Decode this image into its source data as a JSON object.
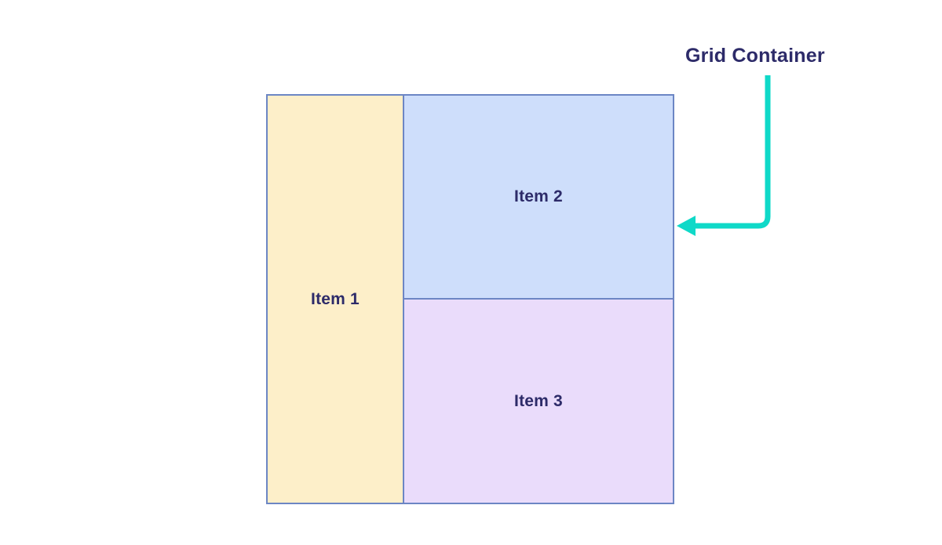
{
  "diagram": {
    "title": "CSS Grid layout illustration",
    "background_color": "#ffffff",
    "grid": {
      "name": "grid-container",
      "border_color": "#6c86c4",
      "columns": 2,
      "rows": 2,
      "items": [
        {
          "label": "Item 1",
          "fill_color": "#fdefc9",
          "text_color": "#2d2b69",
          "column_span": "1 / 2",
          "row_span": "1 / 3"
        },
        {
          "label": "Item 2",
          "fill_color": "#cedefb",
          "text_color": "#2d2b69",
          "column_span": "2 / 3",
          "row_span": "1 / 2"
        },
        {
          "label": "Item 3",
          "fill_color": "#eadcfb",
          "text_color": "#2d2b69",
          "column_span": "2 / 3",
          "row_span": "2 / 3"
        }
      ]
    },
    "annotation": {
      "label": "Grid Container",
      "text_color": "#2d2b69",
      "arrow_color": "#0fd9c8",
      "arrow_icon": "elbow-arrow-left-icon",
      "points_to": "grid-container"
    }
  }
}
